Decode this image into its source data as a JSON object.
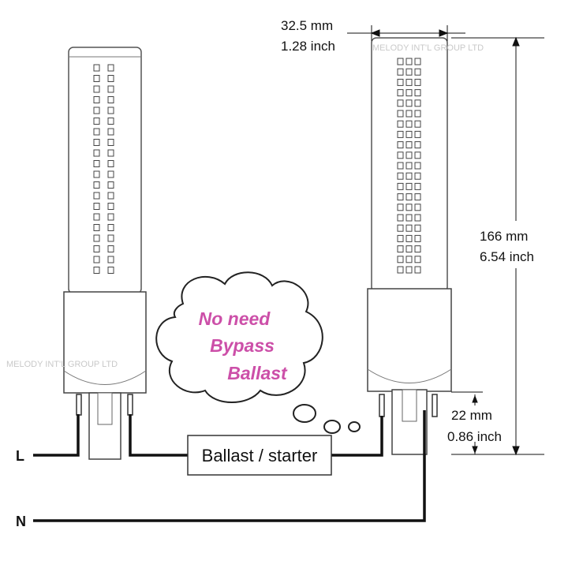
{
  "watermark": "MELODY INT'L GROUP LTD",
  "dimensions": {
    "width_mm": "32.5 mm",
    "width_inch": "1.28 inch",
    "height_mm": "166 mm",
    "height_inch": "6.54 inch",
    "pin_mm": "22 mm",
    "pin_inch": "0.86 inch"
  },
  "wiring": {
    "live_label": "L",
    "neutral_label": "N",
    "ballast_label": "Ballast / starter"
  },
  "thought_cloud": {
    "line1": "No need",
    "line2": "Bypass",
    "line3": "Ballast",
    "text_color": "#cc4fa8"
  }
}
